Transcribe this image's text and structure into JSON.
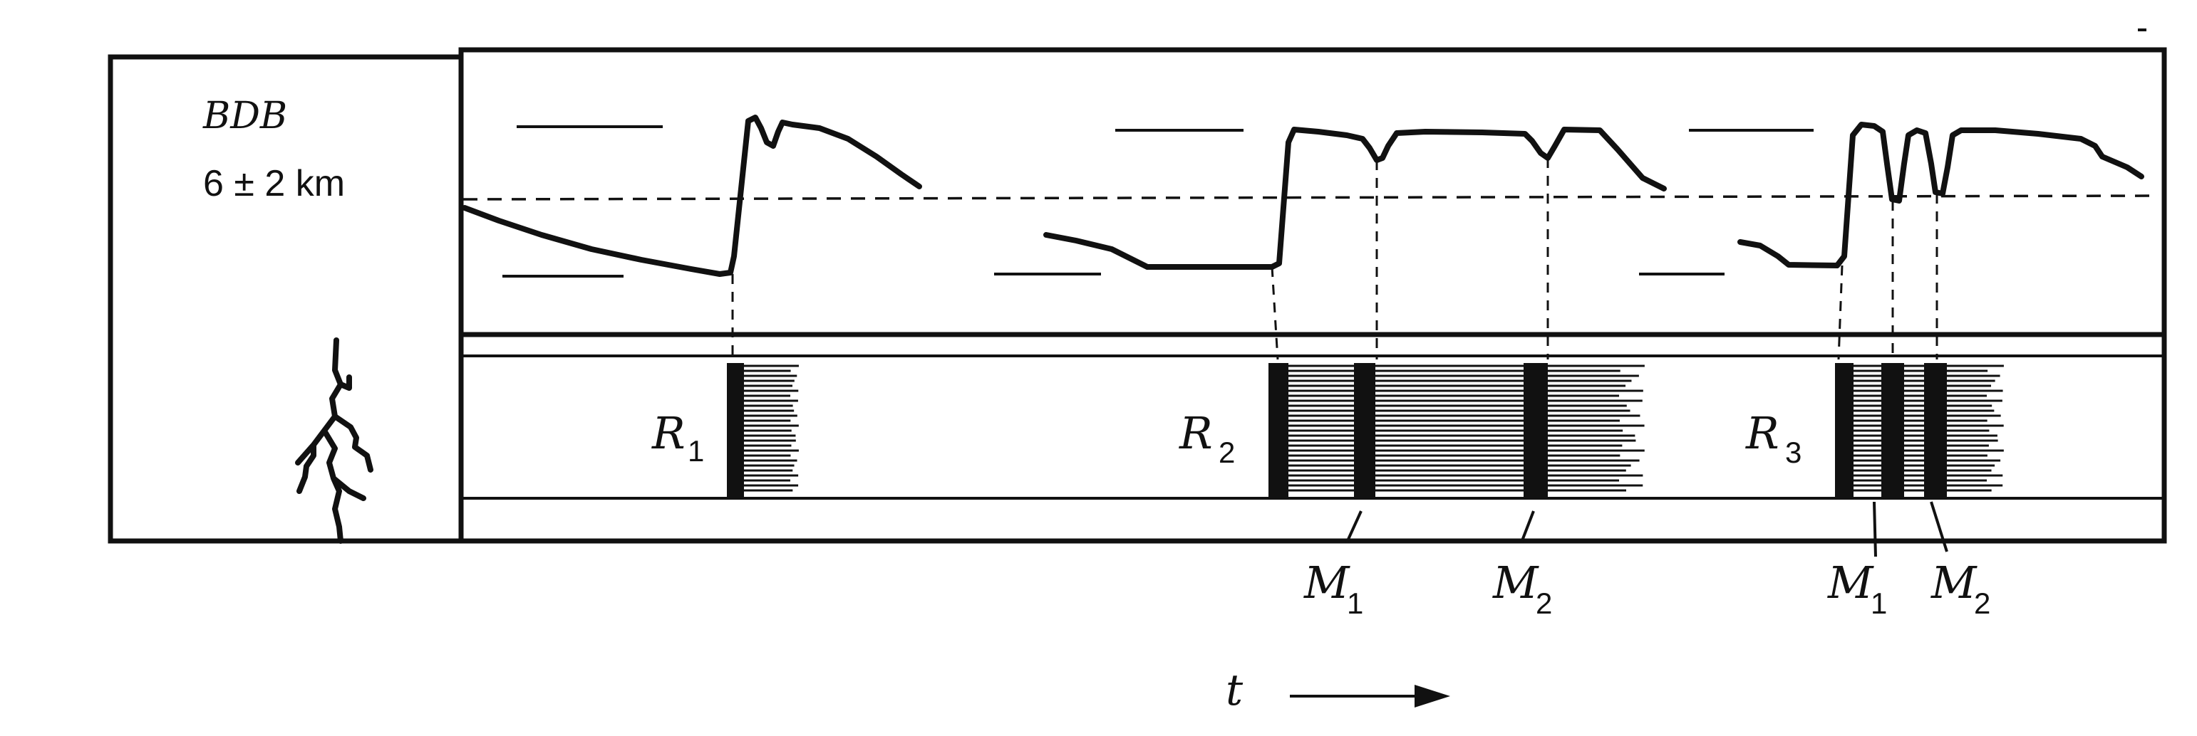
{
  "station": {
    "name": "BDB",
    "distance": "6 ± 2 km"
  },
  "strokes": {
    "return_strokes": [
      "R1",
      "R2",
      "R3"
    ],
    "m_components": [
      "M1",
      "M2",
      "M1",
      "M2"
    ]
  },
  "labels": {
    "R1": {
      "main": "R",
      "sub": "1"
    },
    "R2": {
      "main": "R",
      "sub": "2"
    },
    "R3": {
      "main": "R",
      "sub": "3"
    },
    "M1a": {
      "main": "M",
      "sub": "1"
    },
    "M2a": {
      "main": "M",
      "sub": "2"
    },
    "M1b": {
      "main": "M",
      "sub": "1"
    },
    "M2b": {
      "main": "M",
      "sub": "2"
    }
  },
  "time_axis": {
    "label": "t"
  }
}
